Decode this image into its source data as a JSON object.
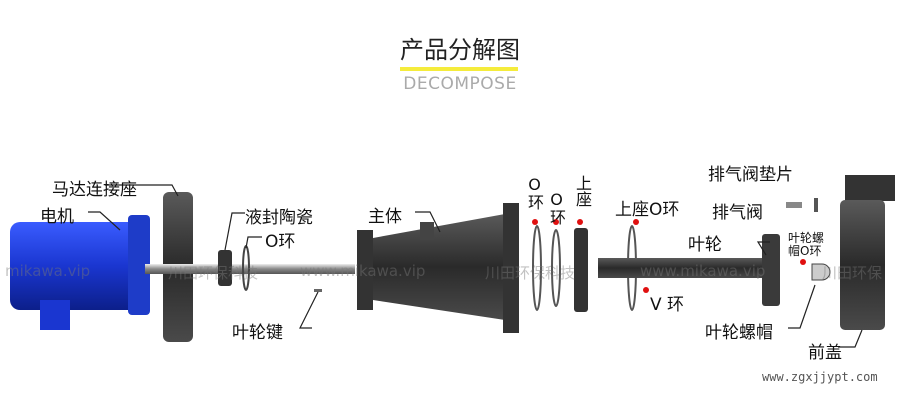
{
  "header": {
    "title": "产品分解图",
    "subtitle": "DECOMPOSE",
    "accent": "#f5ec3c"
  },
  "labels": {
    "motor_coupling": "马达连接座",
    "motor": "电机",
    "seal_ceramic": "液封陶瓷",
    "o_ring_1": "O环",
    "main_body": "主体",
    "o_ring_2": "O环",
    "o_ring_3": "O环",
    "upper_seat": "上座",
    "upper_seat_o_ring": "上座O环",
    "vent_valve_gasket": "排气阀垫片",
    "vent_valve": "排气阀",
    "impeller": "叶轮",
    "impeller_nut_o_ring": "叶轮螺帽O环",
    "v_ring": "V 环",
    "impeller_nut": "叶轮螺帽",
    "front_cover": "前盖",
    "impeller_key": "叶轮键"
  },
  "watermarks": [
    "mikawa.vip",
    "川田环保科技",
    "www.mikawa.vip",
    "川田环保科技",
    "www.mikawa.vip",
    "川田环保"
  ],
  "footer": {
    "site": "www.zgxjjypt.com"
  },
  "colors": {
    "motor": "#1f3fd8",
    "parts": "#3a3a3a",
    "marker": "#e01010"
  }
}
